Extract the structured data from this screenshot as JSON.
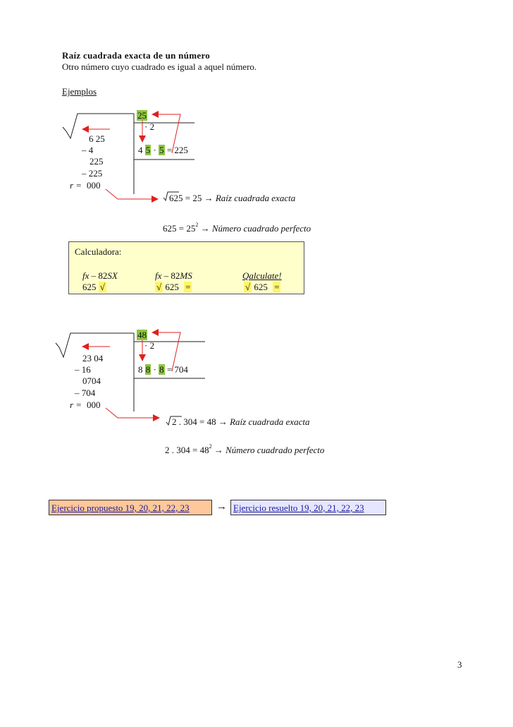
{
  "header": {
    "title": "Raíz cuadrada exacta de un número",
    "definition": "Otro número cuyo cuadrado es igual a aquel número.",
    "examples_label": "Ejemplos"
  },
  "example1": {
    "root": "25",
    "times2": "· 2",
    "radicand": "6 25",
    "sub1": "– 4",
    "rem1": "225",
    "sub2": "– 225",
    "r_label": "r =",
    "r_value": "000",
    "calc_a": "4",
    "calc_b": "5",
    "calc_dot": "·",
    "calc_c": "5",
    "calc_eq": "= 225",
    "result_root": "625 = 25 → ",
    "result_root_label": "Raíz  cuadrada  exacta",
    "result_square": "625 = 25",
    "exponent": "2",
    "result_square_arrow": " → ",
    "result_square_label": "Número  cuadrado  perfecto"
  },
  "calculator": {
    "title": "Calculadora:",
    "models": [
      {
        "name_prefix": "fx",
        "name_mid": " – 82",
        "name_suffix": "SX",
        "keys_value": "625",
        "key1": "√",
        "key2": ""
      },
      {
        "name_prefix": "fx",
        "name_mid": " – 82",
        "name_suffix": "MS",
        "keys_value": "625",
        "key1": "√",
        "key2": "="
      },
      {
        "name_prefix": "Qalculate!",
        "name_mid": "",
        "name_suffix": "",
        "keys_value": "625",
        "key1": "√",
        "key2": "="
      }
    ]
  },
  "example2": {
    "root": "48",
    "times2": "· 2",
    "radicand": "23 04",
    "sub1": "– 16",
    "rem1": "0704",
    "sub2": "–  704",
    "r_label": "r =",
    "r_value": "000",
    "calc_a": "8",
    "calc_b": "8",
    "calc_dot": "·",
    "calc_c": "8",
    "calc_eq": "= 704",
    "result_root": "2 . 304 = 48 → ",
    "result_root_label": "Raíz  cuadrada  exacta",
    "result_square": "2 . 304 = 48",
    "exponent": "2",
    "result_square_arrow": " → ",
    "result_square_label": "Número  cuadrado  perfecto"
  },
  "links": {
    "proposed": "Ejercicio propuesto 19, 20, 21, 22, 23",
    "arrow": "→",
    "solved": "Ejercicio resuelto 19, 20, 21, 22, 23"
  },
  "page_number": "3",
  "colors": {
    "highlight_green": "#8cc63f",
    "highlight_yellow": "#fff56b",
    "arrow_red": "#e02020",
    "calc_bg": "#ffffcc",
    "proposed_bg": "#ffc89a",
    "solved_bg": "#e6e6ff",
    "link_text": "#1a1aa0"
  }
}
